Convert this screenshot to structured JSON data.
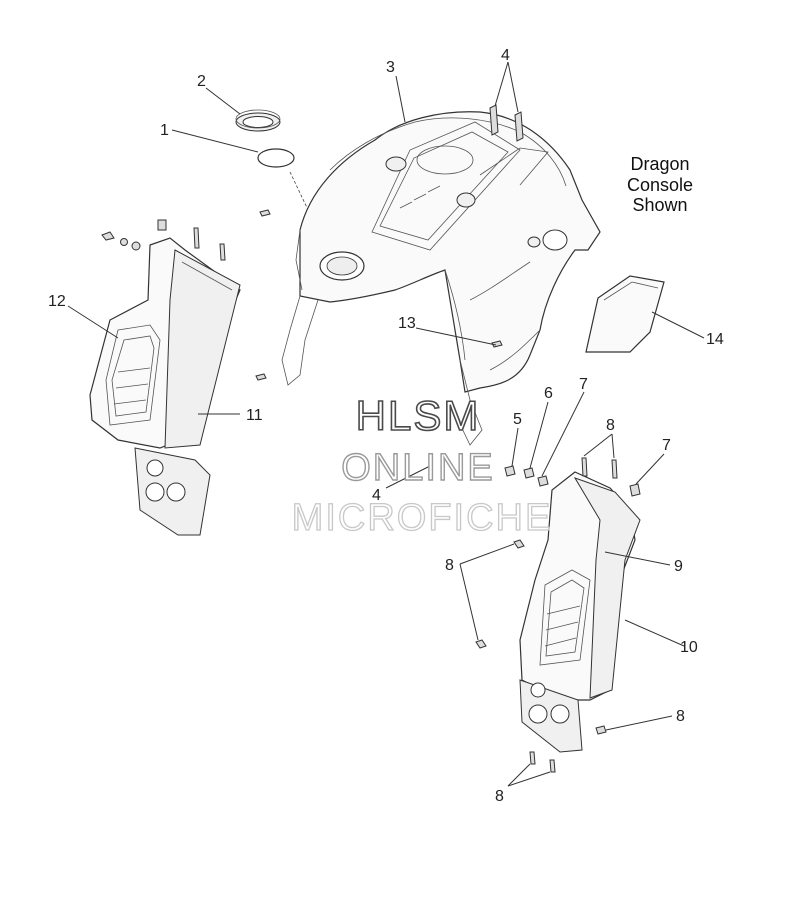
{
  "callouts": {
    "c1": "1",
    "c2": "2",
    "c3": "3",
    "c4a": "4",
    "c4b": "4",
    "c5": "5",
    "c6": "6",
    "c7a": "7",
    "c7b": "7",
    "c8a": "8",
    "c8b": "8",
    "c8c": "8",
    "c8d": "8",
    "c9": "9",
    "c10": "10",
    "c11": "11",
    "c12": "12",
    "c13": "13",
    "c14": "14"
  },
  "note": {
    "line1": "Dragon",
    "line2": "Console",
    "line3": "Shown"
  },
  "watermark": {
    "line1": "HLSM",
    "line2": "ONLINE",
    "line3": "MICROFICHE"
  }
}
